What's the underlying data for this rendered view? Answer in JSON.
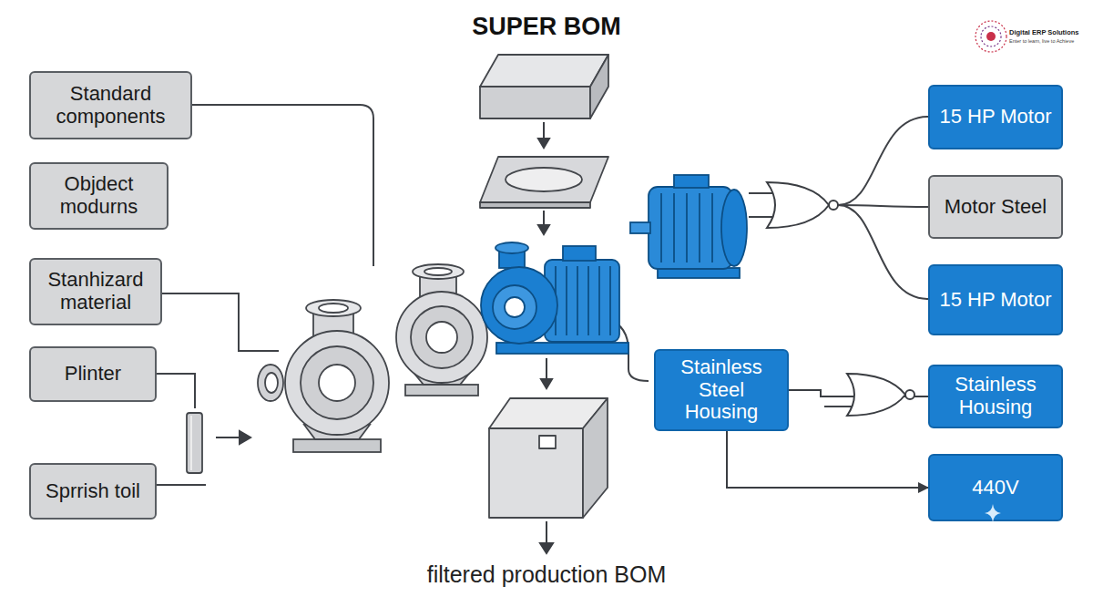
{
  "diagram": {
    "title": "SUPER BOM",
    "caption": "filtered production BOM",
    "nodes": [
      {
        "text": [
          "Standard components"
        ]
      },
      {
        "text": [
          "Objdect modurns"
        ]
      },
      {
        "text": [
          "Stanhizard material"
        ]
      },
      {
        "text": [
          "Plinter"
        ]
      },
      {
        "text": [
          "Sprrish toil"
        ]
      },
      {
        "text": [
          "15 HP Motor"
        ]
      },
      {
        "text": [
          "Motor Steel"
        ]
      },
      {
        "text": [
          "15 HP Motor"
        ]
      },
      {
        "text": [
          "Stainless Steel Housing"
        ]
      },
      {
        "text": [
          "Stainless Housing"
        ]
      },
      {
        "text": [
          "440V"
        ]
      }
    ],
    "edges": [
      {
        "from": 8,
        "to": 9,
        "arrow": "none"
      },
      {
        "from": 8,
        "to": 10,
        "arrow": "to"
      }
    ],
    "labels": [
      "Digital ERP Solutions",
      "Enter to learn, live to Achieve"
    ]
  }
}
